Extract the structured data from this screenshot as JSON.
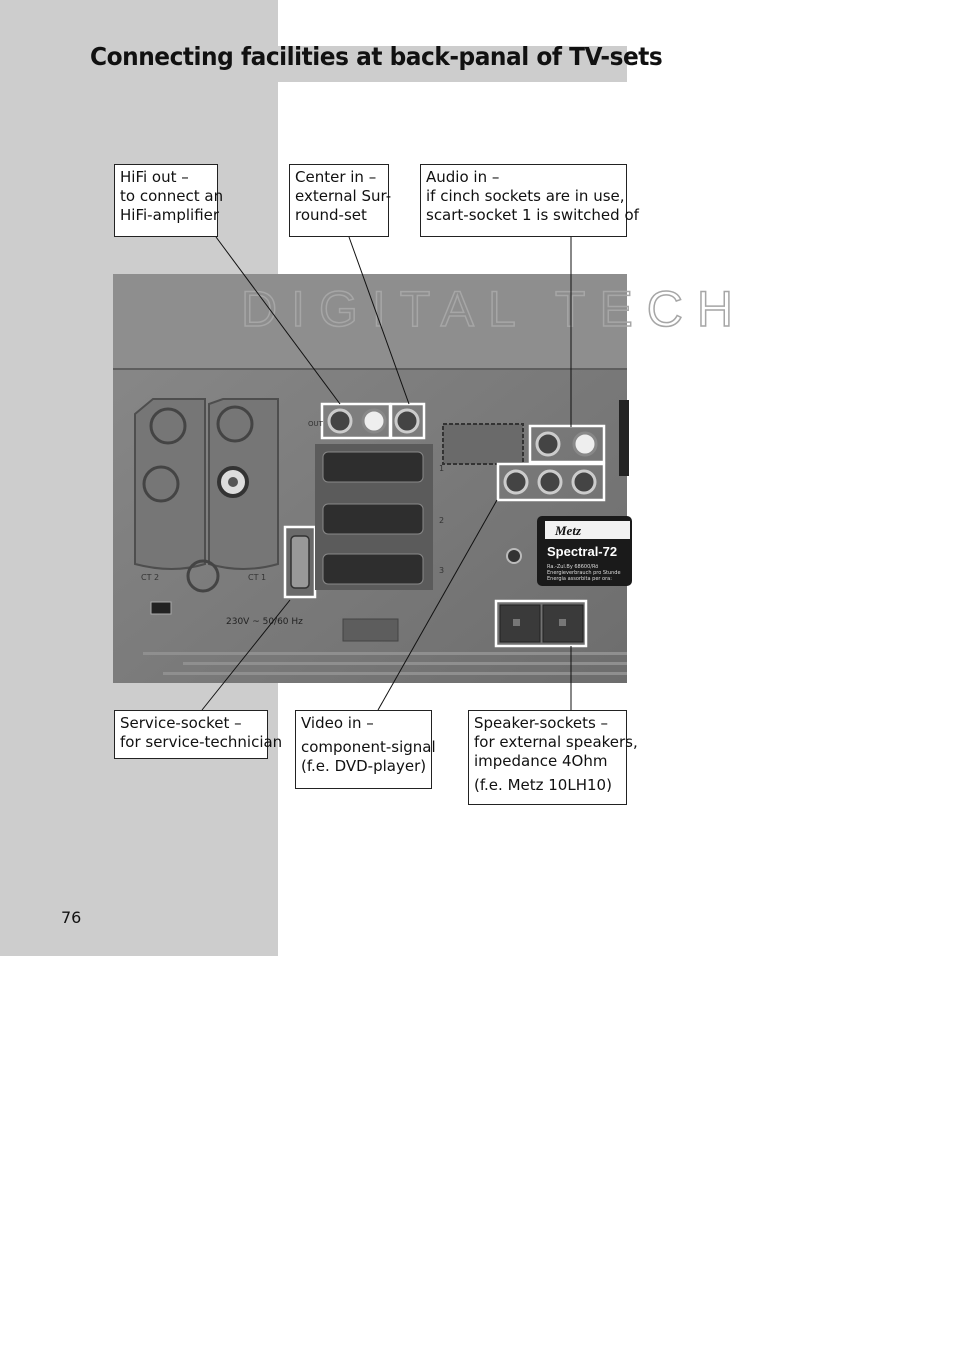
{
  "page": {
    "title": "Connecting facilities at back-panal of TV-sets",
    "page_number": "76"
  },
  "callouts": {
    "hifi_out": {
      "line1": "HiFi out –",
      "line2": "to connect an",
      "line3": "HiFi-amplifier"
    },
    "center_in": {
      "line1": "Center in –",
      "line2": "external Sur-",
      "line3": "round-set"
    },
    "audio_in": {
      "line1": "Audio in –",
      "line2": "if cinch sockets are in use,",
      "line3": "scart-socket 1 is switched of"
    },
    "service_socket": {
      "line1": "Service-socket –",
      "line2": "for service-technician"
    },
    "video_in": {
      "line1": "Video in –",
      "line2": "component-signal",
      "line3": "(f.e. DVD-player)"
    },
    "speaker_sockets": {
      "line1": "Speaker-sockets –",
      "line2": "for external speakers,",
      "line3": "impedance 4Ohm",
      "line4": "(f.e. Metz 10LH10)"
    }
  },
  "photo": {
    "panel_brand_text": "DIGITAL TECH",
    "logo_text": "Metz",
    "model_text": "Spectral-72",
    "label_lines": [
      "Ra.-Zul.By 68600/Rö",
      "Energieverbrauch pro Stunde",
      "Energia assorbita per ora:"
    ],
    "voltage_text": "230V ~ 50/60 Hz",
    "socket_labels": [
      "CT 2",
      "CT 1",
      "OUT",
      "1",
      "2",
      "3"
    ]
  }
}
